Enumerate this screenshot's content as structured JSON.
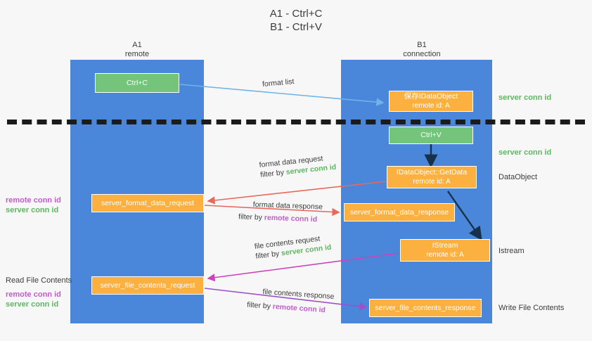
{
  "title": {
    "line1": "A1 - Ctrl+C",
    "line2": "B1 - Ctrl+V"
  },
  "lanes": [
    {
      "name": "A1",
      "sub": "remote",
      "color": "#4a86d9"
    },
    {
      "name": "B1",
      "sub": "connection",
      "color": "#4a86d9"
    }
  ],
  "colors": {
    "lane": "#4a86d9",
    "green_box": "#74c47c",
    "orange_box": "#fcb040",
    "remote_conn": "#c45ad0",
    "server_conn": "#5cb860",
    "arrow_blue": "#6fb4e8",
    "arrow_red": "#e8685d",
    "arrow_magenta": "#cc44bb",
    "arrow_purple": "#9b52c9",
    "arrow_dark": "#1b2a3a",
    "divider": "#1b1b1b"
  },
  "boxes": {
    "ctrl_c": {
      "line1": "Ctrl+C",
      "line2": "",
      "style": "green"
    },
    "save_idataobject": {
      "line1": "保存IDataObject",
      "line2": "remote id: A",
      "style": "orange"
    },
    "ctrl_v": {
      "line1": "Ctrl+V",
      "line2": "",
      "style": "green"
    },
    "getdata": {
      "line1": "IDataObject::GetData",
      "line2": "remote id: A",
      "style": "orange"
    },
    "format_data_request": {
      "line1": "server_format_data_request",
      "line2": "",
      "style": "orange"
    },
    "format_data_response": {
      "line1": "server_format_data_response",
      "line2": "",
      "style": "orange"
    },
    "istream": {
      "line1": "IStream",
      "line2": "remote id: A",
      "style": "orange"
    },
    "file_contents_request": {
      "line1": "server_file_contents_request",
      "line2": "",
      "style": "orange"
    },
    "file_contents_response": {
      "line1": "server_file_contents_response",
      "line2": "",
      "style": "orange"
    }
  },
  "arrow_labels": {
    "format_list": "format list",
    "format_data_request": {
      "line1": "format data request",
      "line2_prefix": "filter by ",
      "line2_em": "server conn id"
    },
    "format_data_response": {
      "line1": "format data response",
      "line2_prefix": "filter by ",
      "line2_em": "remote conn id"
    },
    "file_contents_request": {
      "line1": "file contents request",
      "line2_prefix": "filter by ",
      "line2_em": "server conn id"
    },
    "file_contents_response": {
      "line1": "file contents response",
      "line2_prefix": "filter by ",
      "line2_em": "remote conn id"
    }
  },
  "right_labels": {
    "server_conn_id_top": "server conn id",
    "server_conn_id_mid": "server conn id",
    "dataobject": "DataObject",
    "istream": "Istream",
    "write_file_contents": "Write File Contents"
  },
  "left_labels": {
    "remote_conn_id_1": "remote conn id",
    "server_conn_id_1": "server conn id",
    "read_file_contents": "Read File Contents",
    "remote_conn_id_2": "remote conn id",
    "server_conn_id_2": "server conn id"
  }
}
